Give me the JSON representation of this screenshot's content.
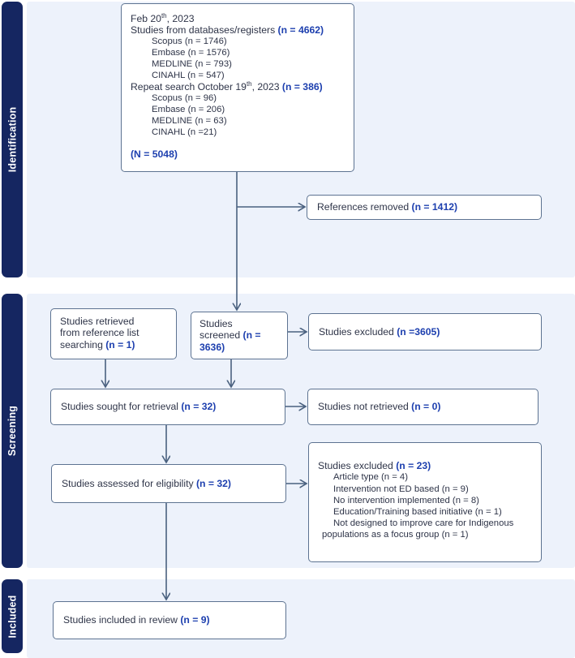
{
  "stages": [
    {
      "label": "Identification"
    },
    {
      "label": "Screening"
    },
    {
      "label": "Included"
    }
  ],
  "colors": {
    "stage_bar_navy": "#152661",
    "panel_light_blue": "#edf2fb",
    "accent_bold_blue": "#1e40af",
    "box_border_slate": "#5d7391",
    "arrow_slate": "#4a617f",
    "body_text": "#2e3448",
    "box_fill": "#ffffff"
  },
  "boxes": {
    "top": {
      "date_prefix": "Feb 20",
      "date_sup": "th",
      "date_suffix": ", 2023",
      "db_label": "Studies from databases/registers ",
      "db_n": "(n = 4662)",
      "db_items": [
        "Scopus (n = 1746)",
        "Embase (n = 1576)",
        "MEDLINE (n = 793)",
        "CINAHL (n = 547)"
      ],
      "repeat_prefix": "Repeat search October 19",
      "repeat_sup": "th",
      "repeat_mid": ", 2023 ",
      "repeat_n": "(n = 386)",
      "repeat_items": [
        "Scopus (n = 96)",
        "Embase (n = 206)",
        "MEDLINE (n = 63)",
        "CINAHL (n =21)"
      ],
      "total": "(N = 5048)"
    },
    "references_removed": {
      "label": "References removed ",
      "n": "(n = 1412)"
    },
    "retrieved": {
      "label": "Studies retrieved from reference list searching ",
      "n": "(n = 1)"
    },
    "screened": {
      "label": "Studies screened ",
      "n": "(n = 3636)"
    },
    "excluded_screening": {
      "label": "Studies excluded ",
      "n": "(n =3605)"
    },
    "sought": {
      "label": "Studies sought for retrieval ",
      "n": "(n = 32)"
    },
    "not_retrieved": {
      "label": "Studies not retrieved ",
      "n": "(n = 0)"
    },
    "assessed": {
      "label": "Studies assessed for eligibility ",
      "n": "(n = 32)"
    },
    "excluded_eligibility": {
      "label": "Studies excluded ",
      "n": "(n = 23)",
      "reasons": [
        "Article type (n = 4)",
        "Intervention not ED based (n = 9)",
        "No intervention implemented (n = 8)",
        "Education/Training based initiative (n = 1)",
        "Not designed to improve care for Indigenous populations as a focus group (n = 1)"
      ]
    },
    "included": {
      "label": "Studies included in review ",
      "n": "(n = 9)"
    }
  }
}
